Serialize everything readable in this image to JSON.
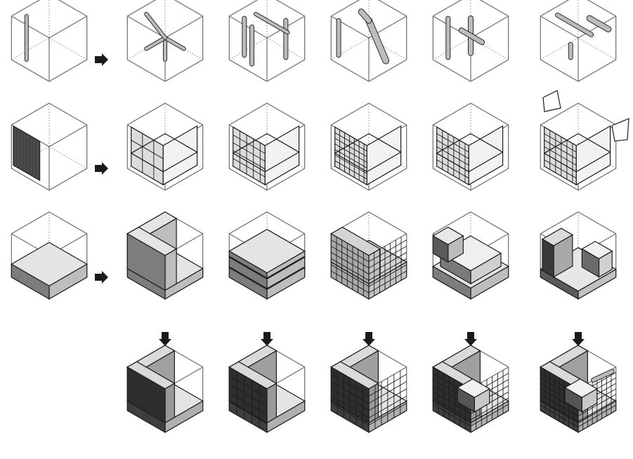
{
  "figure": {
    "rows": [
      {
        "row": "linear-elements",
        "cells": [
          "linear-initial",
          "linear-1",
          "linear-2",
          "linear-3",
          "linear-4",
          "linear-5"
        ]
      },
      {
        "row": "planar-elements",
        "cells": [
          "planar-initial",
          "planar-1",
          "planar-2",
          "planar-3",
          "planar-4",
          "planar-5"
        ]
      },
      {
        "row": "volumetric-elements",
        "cells": [
          "volume-initial",
          "volume-1",
          "volume-2",
          "volume-3",
          "volume-4",
          "volume-5"
        ]
      },
      {
        "row": "combined-results",
        "cells": [
          "combined-1",
          "combined-2",
          "combined-3",
          "combined-4",
          "combined-5"
        ]
      }
    ],
    "arrows": {
      "right": [
        "row-1",
        "row-2",
        "row-3"
      ],
      "down": [
        "col-1",
        "col-2",
        "col-3",
        "col-4",
        "col-5"
      ]
    },
    "colors": {
      "background": "#ffffff",
      "ink": "#1a1a1a",
      "wireframe": "#6d6d6d",
      "fill_light": "#d6d6d6",
      "fill_mid": "#b8b8b8",
      "fill_dark": "#4a4a4a"
    }
  }
}
